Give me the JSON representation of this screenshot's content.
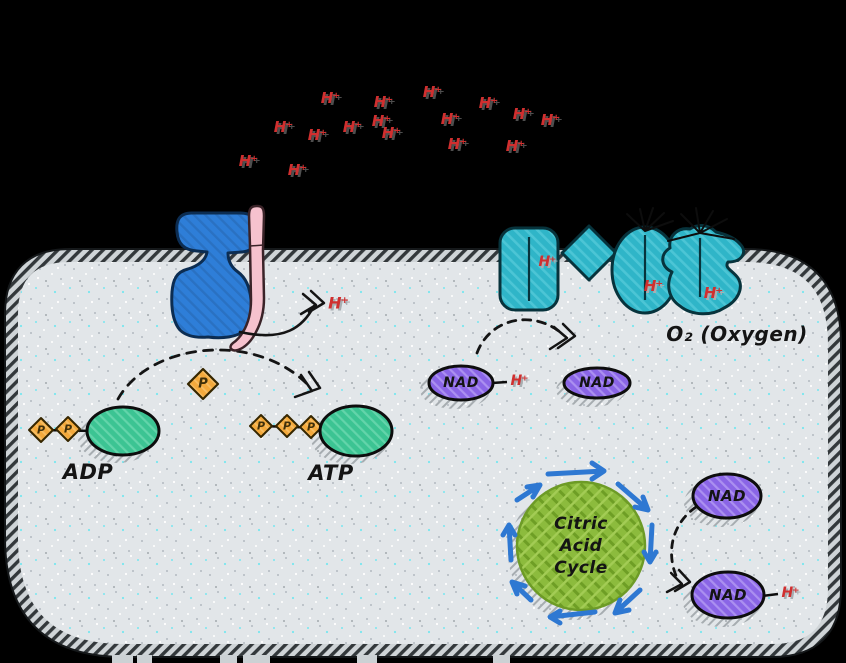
{
  "labels": {
    "proton": "H⁺",
    "oxygen": "O₂ (Oxygen)",
    "adp": "ADP",
    "atp": "ATP",
    "nad": "NAD",
    "phosphate": "P",
    "citric_acid_cycle": [
      "Citric",
      "Acid",
      "Cycle"
    ]
  },
  "colors": {
    "background": "#000000",
    "matrix_fill": "#e2e6e9",
    "membrane_ink": "#33383b",
    "atp_synthase_blue": "#2e7ed8",
    "stalk_pink": "#f6c2ce",
    "etc_complex_teal": "#2fb5c8",
    "nad_purple": "#8a65e6",
    "adenosine_green": "#3cc493",
    "phosphate_orange": "#f3a93c",
    "citric_cycle_green": "#8cbb3d",
    "cycle_arrow_blue": "#2e78d2",
    "proton_red": "#d02f2f",
    "ink": "#141414"
  },
  "icons": {
    "atp_synthase": "atp-synthase-protein-icon",
    "etc_complexes": [
      "rounded-channel-protein-icon",
      "diamond-protein-icon",
      "oval-cilia-protein-icon",
      "anemone-protein-icon"
    ],
    "cycle_arrows": "clockwise-cycle-arrows-icon",
    "dashed_arrows": "dashed-transfer-arrow-icon"
  }
}
